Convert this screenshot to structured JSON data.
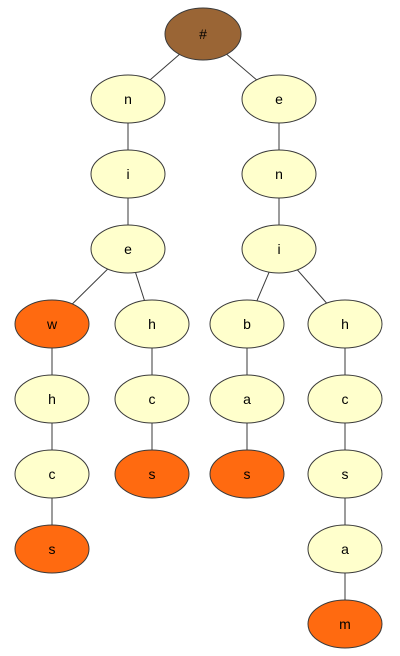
{
  "colors": {
    "root": "#9a6535",
    "normal": "#ffffcc",
    "terminal": "#ff6a10"
  },
  "tree": {
    "nodes": [
      {
        "id": "n0",
        "label": "#",
        "kind": "root"
      },
      {
        "id": "n1",
        "label": "n",
        "kind": "normal"
      },
      {
        "id": "n2",
        "label": "e",
        "kind": "normal"
      },
      {
        "id": "n3",
        "label": "i",
        "kind": "normal"
      },
      {
        "id": "n4",
        "label": "e",
        "kind": "normal"
      },
      {
        "id": "n5",
        "label": "w",
        "kind": "terminal"
      },
      {
        "id": "n6",
        "label": "h",
        "kind": "normal"
      },
      {
        "id": "n7",
        "label": "h",
        "kind": "normal"
      },
      {
        "id": "n8",
        "label": "c",
        "kind": "normal"
      },
      {
        "id": "n9",
        "label": "s",
        "kind": "terminal"
      },
      {
        "id": "n10",
        "label": "c",
        "kind": "normal"
      },
      {
        "id": "n11",
        "label": "s",
        "kind": "terminal"
      },
      {
        "id": "n12",
        "label": "n",
        "kind": "normal"
      },
      {
        "id": "n13",
        "label": "i",
        "kind": "normal"
      },
      {
        "id": "n14",
        "label": "b",
        "kind": "normal"
      },
      {
        "id": "n15",
        "label": "a",
        "kind": "normal"
      },
      {
        "id": "n16",
        "label": "s",
        "kind": "terminal"
      },
      {
        "id": "n17",
        "label": "h",
        "kind": "normal"
      },
      {
        "id": "n18",
        "label": "c",
        "kind": "normal"
      },
      {
        "id": "n19",
        "label": "s",
        "kind": "normal"
      },
      {
        "id": "n20",
        "label": "a",
        "kind": "normal"
      },
      {
        "id": "n21",
        "label": "m",
        "kind": "terminal"
      }
    ],
    "edges": [
      [
        "n0",
        "n1"
      ],
      [
        "n0",
        "n2"
      ],
      [
        "n1",
        "n3"
      ],
      [
        "n3",
        "n4"
      ],
      [
        "n4",
        "n5"
      ],
      [
        "n4",
        "n7"
      ],
      [
        "n5",
        "n6"
      ],
      [
        "n6",
        "n10"
      ],
      [
        "n10",
        "n11"
      ],
      [
        "n7",
        "n8"
      ],
      [
        "n8",
        "n9"
      ],
      [
        "n2",
        "n12"
      ],
      [
        "n12",
        "n13"
      ],
      [
        "n13",
        "n14"
      ],
      [
        "n13",
        "n17"
      ],
      [
        "n14",
        "n15"
      ],
      [
        "n15",
        "n16"
      ],
      [
        "n17",
        "n18"
      ],
      [
        "n18",
        "n19"
      ],
      [
        "n19",
        "n20"
      ],
      [
        "n20",
        "n21"
      ]
    ]
  }
}
